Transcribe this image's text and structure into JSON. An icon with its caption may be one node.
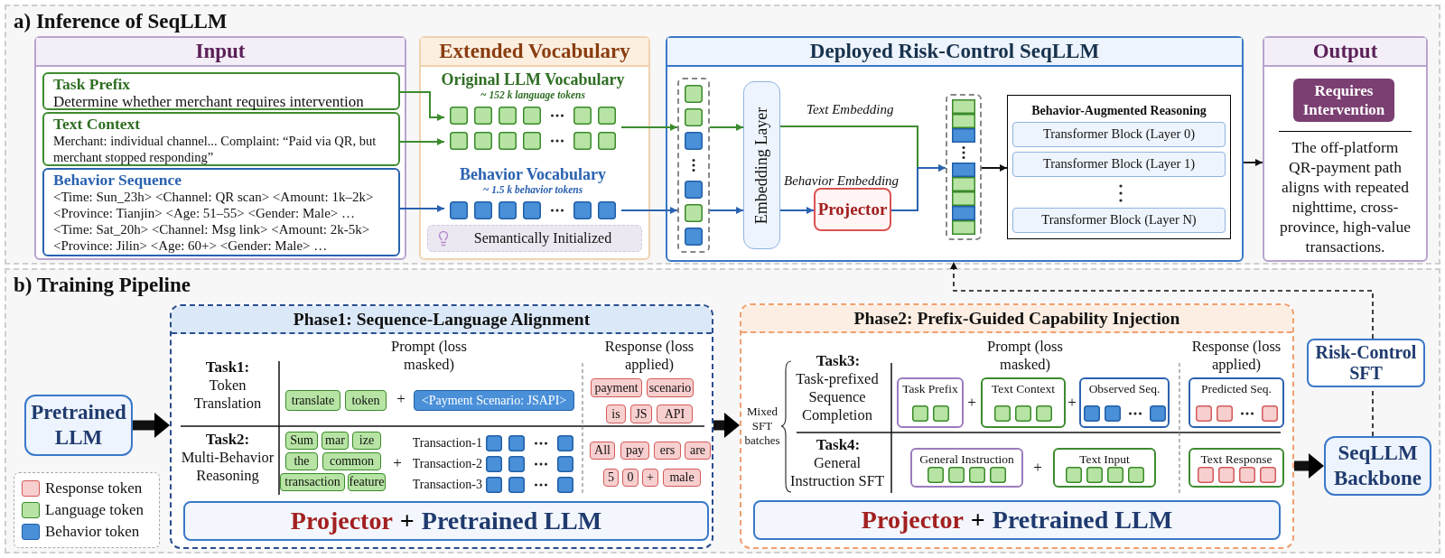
{
  "diagram": {
    "nodes": [
      {
        "text": [
          "a) Inference of SeqLLM"
        ]
      },
      {
        "text": [
          "Input"
        ],
        "in": 0
      },
      {
        "text": [
          "Task Prefix",
          "Determine whether merchant requires intervention"
        ],
        "in": 1
      },
      {
        "text": [
          "Text Context",
          "Merchant: individual channel... Complaint: “Paid via QR, but merchant stopped responding”"
        ],
        "in": 1
      },
      {
        "text": [
          "Behavior Sequence",
          "<Time: Sun_23h> <Channel: QR scan> <Amount: 1k–2k> <Province: Tianjin> <Age: 51–55> <Gender: Male> …",
          "<Time: Sat_20h> <Channel: Msg link> <Amount: 2k-5k> <Province: Jilin> <Age: 60+> <Gender: Male> …"
        ],
        "in": 1
      },
      {
        "text": [
          "Extended Vocabulary"
        ],
        "in": 0
      },
      {
        "text": [
          "Original LLM Vocabulary",
          "~ 152 k language tokens"
        ],
        "in": 5
      },
      {
        "text": [
          "Behavior Vocabulary",
          "~ 1.5 k behavior tokens"
        ],
        "in": 5
      },
      {
        "text": [
          "Semantically Initialized"
        ],
        "in": 5
      },
      {
        "text": [
          "Deployed Risk-Control SeqLLM"
        ],
        "in": 0
      },
      {
        "text": [],
        "shape": "box",
        "in": 9
      },
      {
        "text": [
          "Embedding Layer"
        ],
        "in": 9
      },
      {
        "text": [
          "Projector"
        ],
        "in": 9
      },
      {
        "text": [],
        "shape": "box",
        "in": 9
      },
      {
        "text": [
          "Behavior-Augmented Reasoning"
        ],
        "in": 9
      },
      {
        "text": [
          "Transformer Block (Layer 0)"
        ],
        "in": 14
      },
      {
        "text": [
          "Transformer Block (Layer 1)"
        ],
        "in": 14
      },
      {
        "text": [
          "Transformer Block (Layer N)"
        ],
        "in": 14
      },
      {
        "text": [
          "Output",
          "The off-platform QR-payment path aligns with repeated nighttime, cross-province, high-value transactions."
        ],
        "in": 0
      },
      {
        "text": [
          "Requires Intervention"
        ],
        "in": 18
      },
      {
        "text": [
          "b) Training Pipeline"
        ]
      },
      {
        "text": [
          "Pretrained LLM"
        ],
        "in": 20
      },
      {
        "text": [
          "Phase1: Sequence-Language Alignment"
        ],
        "in": 20
      },
      {
        "text": [
          "Projector",
          "+",
          "Pretrained LLM"
        ],
        "in": 22
      },
      {
        "text": [
          "Phase2: Prefix-Guided Capability Injection"
        ],
        "in": 20
      },
      {
        "text": [
          "Projector",
          "+",
          "Pretrained LLM"
        ],
        "in": 24
      },
      {
        "text": [
          "Task Prefix"
        ],
        "in": 24
      },
      {
        "text": [
          "Text Context"
        ],
        "in": 24
      },
      {
        "text": [
          "Observed Seq."
        ],
        "in": 24
      },
      {
        "text": [
          "Predicted Seq."
        ],
        "in": 24
      },
      {
        "text": [
          "General Instruction"
        ],
        "in": 24
      },
      {
        "text": [
          "Text Input"
        ],
        "in": 24
      },
      {
        "text": [
          "Text Response"
        ],
        "in": 24
      },
      {
        "text": [
          "SeqLLM Backbone"
        ],
        "in": 20
      },
      {
        "text": [
          "Risk-Control SFT"
        ],
        "in": 20
      }
    ],
    "edges": [
      {
        "from": 2,
        "to": 6,
        "arrow": "to",
        "color": "#3d8b2f"
      },
      {
        "from": 3,
        "to": 6,
        "arrow": "to",
        "color": "#3d8b2f"
      },
      {
        "from": 4,
        "to": 7,
        "arrow": "to",
        "color": "#2a62b0"
      },
      {
        "from": 6,
        "to": 10,
        "arrow": "to",
        "color": "#3d8b2f"
      },
      {
        "from": 7,
        "to": 10,
        "arrow": "to",
        "color": "#2a62b0"
      },
      {
        "from": 10,
        "to": 11,
        "arrow": "to",
        "color": "#3d8b2f"
      },
      {
        "from": 10,
        "to": 11,
        "arrow": "to",
        "color": "#2a62b0"
      },
      {
        "from": 11,
        "to": 12,
        "arrow": "to",
        "color": "#2a62b0",
        "label": "Behavior Embedding"
      },
      {
        "from": 11,
        "to": 13,
        "arrow": "to",
        "color": "#3d8b2f",
        "label": "Text Embedding"
      },
      {
        "from": 12,
        "to": 13,
        "arrow": "to",
        "color": "#2a62b0"
      },
      {
        "from": 13,
        "to": 14,
        "arrow": "to"
      },
      {
        "from": 9,
        "to": 18,
        "arrow": "to"
      },
      {
        "from": 21,
        "to": 22,
        "arrow": "to",
        "style": "thick"
      },
      {
        "from": 22,
        "to": 24,
        "arrow": "to",
        "style": "thick"
      },
      {
        "from": 24,
        "to": 33,
        "arrow": "to",
        "style": "thick"
      },
      {
        "from": 33,
        "to": 34,
        "arrow": "none",
        "style": "dashed"
      },
      {
        "from": 34,
        "to": 9,
        "arrow": "to",
        "style": "dashed"
      }
    ],
    "labels": [
      "Task1:",
      "Token Translation",
      "Prompt (loss masked)",
      "Response (loss applied)",
      "translate",
      "token",
      "+",
      "<Payment Scenario: JSAPI>",
      "payment",
      "scenario",
      "is",
      "JS",
      "API",
      "Task2:",
      "Multi-Behavior Reasoning",
      "Sum",
      "mar",
      "ize",
      "the",
      "common",
      "transaction",
      "feature",
      "+",
      "Transaction-1",
      "Transaction-2",
      "Transaction-3",
      "All",
      "pay",
      "ers",
      "are",
      "5",
      "0",
      "+",
      "male",
      "Mixed SFT batches",
      "Task3:",
      "Task-prefixed Sequence Completion",
      "Prompt (loss masked)",
      "Response (loss applied)",
      "+",
      "+",
      "Task4:",
      "General Instruction SFT",
      "+"
    ],
    "legend": [
      {
        "text": "Response token",
        "color": "#f8cfcf"
      },
      {
        "text": "Language token",
        "color": "#b7e4a4"
      },
      {
        "text": "Behavior token",
        "color": "#4a90d9"
      }
    ]
  }
}
